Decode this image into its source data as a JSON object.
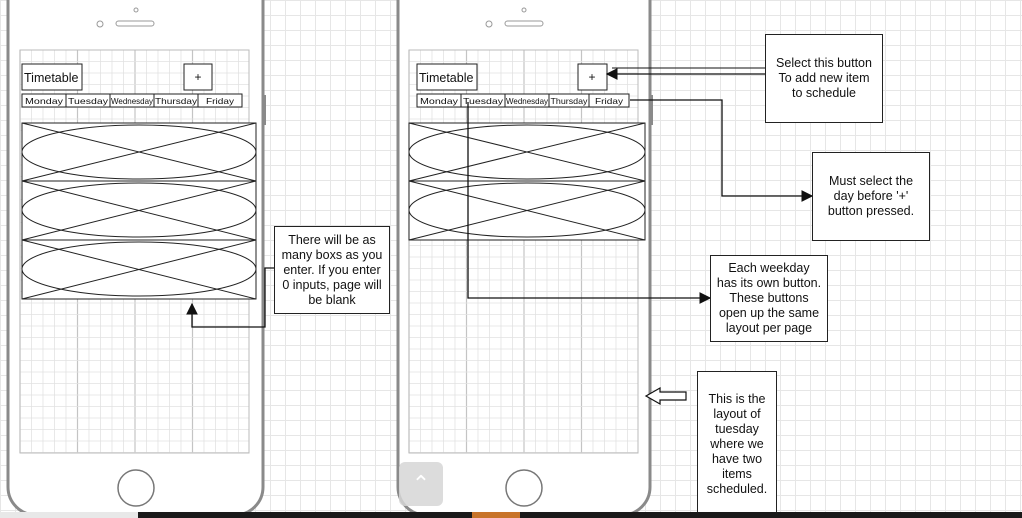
{
  "phones": [
    {
      "header_title": "Timetable",
      "add_label": "+",
      "days": [
        "Monday",
        "Tuesday",
        "Wednesday",
        "Thursday",
        "Friday"
      ]
    },
    {
      "header_title": "Timetable",
      "add_label": "+",
      "days": [
        "Monday",
        "Tuesday",
        "Wednesday",
        "Thursday",
        "Friday"
      ]
    }
  ],
  "notes": {
    "boxes_note": [
      "There will be as",
      "many boxs as you",
      "enter. If you enter",
      "0 inputs, page will",
      "be blank"
    ],
    "select_note": [
      "Select this button",
      "To add new item",
      "to schedule"
    ],
    "day_note": [
      "Must select the",
      "day before '+'",
      "button pressed."
    ],
    "weekday_note": [
      "Each weekday",
      "has its own button.",
      "These  buttons",
      "open up the same",
      "layout per page"
    ],
    "tuesday_note": [
      "This is the",
      "layout of",
      "tuesday",
      "where we",
      "have two",
      "items",
      "scheduled."
    ]
  },
  "scroll_up_icon": "chevron-up-icon"
}
